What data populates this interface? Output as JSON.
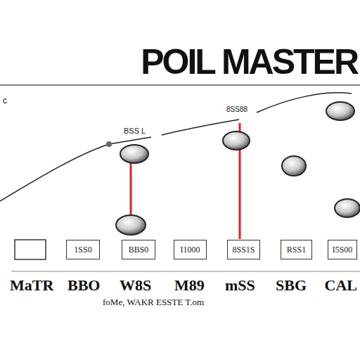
{
  "diagram": {
    "title": "POIL MASTER",
    "nodes": [
      {
        "text": [
          "1SS0"
        ]
      },
      {
        "text": [
          "BBS0"
        ]
      },
      {
        "text": [
          "I1000"
        ]
      },
      {
        "text": [
          "8SS1S"
        ]
      },
      {
        "text": [
          "RSS1"
        ]
      },
      {
        "text": [
          "I5S00"
        ]
      }
    ],
    "labels": [
      "c",
      "8SS88",
      "BSS L",
      "MaTR",
      "BBO",
      "W8S",
      "M89",
      "mSS",
      "SBG",
      "CAL",
      "foMe, WAKR ESSTE T.om"
    ]
  }
}
